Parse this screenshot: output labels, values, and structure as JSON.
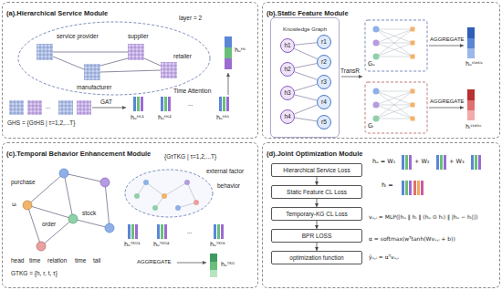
{
  "diagram": {
    "nodes": [
      {
        "text": [
          "(a).Hierarchical Service Module"
        ]
      },
      {
        "text": [
          "(b).Static Feature Module"
        ]
      },
      {
        "text": [
          "(c).Temporal Behavior Enhancement Module"
        ]
      },
      {
        "text": [
          "(d).Joint Optimization Module"
        ]
      },
      {
        "text": [
          "Knowledge Graph"
        ],
        "in": 1
      },
      {
        "text": [
          "h1"
        ],
        "in": 4
      },
      {
        "text": [
          "h2"
        ],
        "in": 4
      },
      {
        "text": [
          "h3"
        ],
        "in": 4
      },
      {
        "text": [
          "h4"
        ],
        "in": 4
      },
      {
        "text": [
          "r1"
        ],
        "in": 4
      },
      {
        "text": [
          "r2"
        ],
        "in": 4
      },
      {
        "text": [
          "r3"
        ],
        "in": 4
      },
      {
        "text": [
          "r4"
        ],
        "in": 4
      },
      {
        "text": [
          "r5"
        ],
        "in": 4
      },
      {
        "text": [
          "Hierarchical Service Loss"
        ],
        "in": 3
      },
      {
        "text": [
          "Static Feature CL Loss"
        ],
        "in": 3
      },
      {
        "text": [
          "Temporary-KG CL Loss"
        ],
        "in": 3
      },
      {
        "text": [
          "BPR LOSS"
        ],
        "in": 3
      },
      {
        "text": [
          "optimization function"
        ],
        "in": 3
      }
    ],
    "edges": [
      {
        "from": 5,
        "to": 9,
        "arrow": "none"
      },
      {
        "from": 5,
        "to": 10,
        "arrow": "none"
      },
      {
        "from": 6,
        "to": 10,
        "arrow": "none"
      },
      {
        "from": 6,
        "to": 11,
        "arrow": "none"
      },
      {
        "from": 7,
        "to": 11,
        "arrow": "none"
      },
      {
        "from": 7,
        "to": 12,
        "arrow": "none"
      },
      {
        "from": 8,
        "to": 12,
        "arrow": "none"
      },
      {
        "from": 8,
        "to": 13,
        "arrow": "none"
      },
      {
        "from": 14,
        "to": 15,
        "arrow": "to"
      },
      {
        "from": 15,
        "to": 16,
        "arrow": "to"
      },
      {
        "from": 16,
        "to": 17,
        "arrow": "to"
      },
      {
        "from": 17,
        "to": 18,
        "arrow": "to"
      }
    ],
    "labels": [
      "service provider",
      "supplier",
      "layer = 2",
      "manufacturer",
      "retailer",
      "hᵤᴴˢ",
      "Time Attention",
      "GAT",
      "GHS = {GτHS | τ=1,2,...T}",
      "...",
      "hᵤᴴˢ¹",
      "hᵤᴴˢ²",
      "...",
      "hᵤᴴˢᵗ",
      "TransR",
      "Gᵤ",
      "Gᵢ",
      "AGGREGATE",
      "hᵤˢᵗᵃᵗⁱᶜ",
      "AGGREGATE",
      "hᵢˢᵗᵃᵗⁱᶜ",
      "uᵢ",
      "purchase",
      "order",
      "stock",
      "head",
      "time",
      "relation",
      "time",
      "tail",
      "GTKG = {h, r, t, τ}",
      "{GτTKG | τ=1,2,...T}",
      "external factor",
      "behavior",
      "hᵤᵀᴷᴳ¹",
      "hᵤᵀᴷᴳ²",
      "...",
      "hᵤᵀᴷᴳᵗ",
      "AGGREGATE",
      "hᵤᵀᴷᴳ",
      "hᵤ = W₁",
      "+ W₂",
      "+ W₃",
      "hᵢ =",
      "vᵤ,ᵢ = MLP([hᵤ ‖ hᵢ ‖ (hᵤ ⊙ hᵢ) ‖ |hᵤ − hᵢ|])",
      "α = softmax(wᵀtanh(Wvᵤ,ᵢ + b))",
      "ŷᵤ,ᵢ = αᵀvᵤ,ᵢ"
    ]
  }
}
